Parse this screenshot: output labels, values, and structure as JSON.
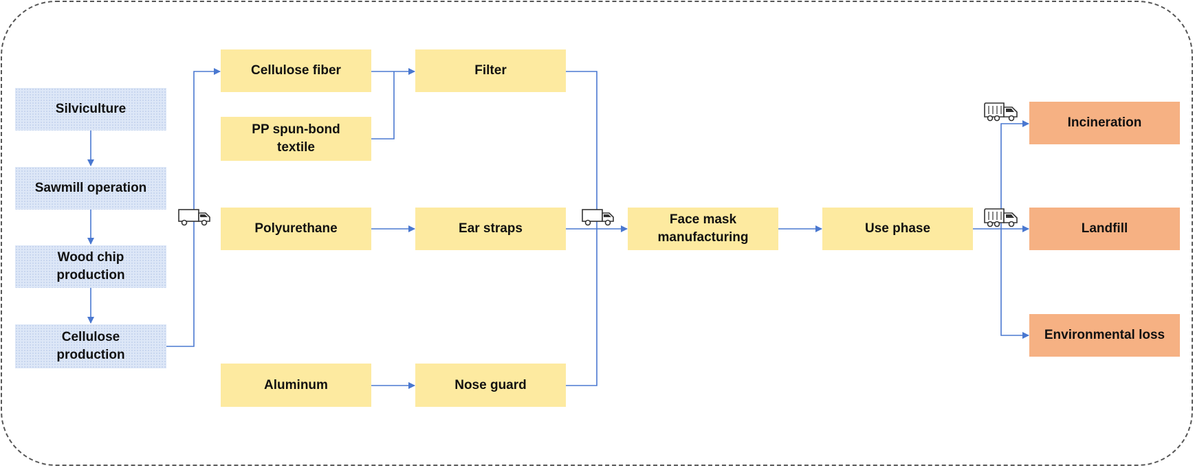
{
  "diagram": {
    "nodes": {
      "silviculture": "Silviculture",
      "sawmill": "Sawmill operation",
      "wood_chip": "Wood chip\nproduction",
      "cellulose_production": "Cellulose\nproduction",
      "cellulose_fiber": "Cellulose fiber",
      "pp_textile": "PP spun-bond\ntextile",
      "filter": "Filter",
      "polyurethane": "Polyurethane",
      "ear_straps": "Ear straps",
      "aluminum": "Aluminum",
      "nose_guard": "Nose guard",
      "face_mask": "Face mask\nmanufacturing",
      "use_phase": "Use phase",
      "incineration": "Incineration",
      "landfill": "Landfill",
      "environmental_loss": "Environmental loss"
    },
    "icons": {
      "transport": "delivery-truck-icon",
      "waste": "garbage-truck-icon"
    },
    "colors": {
      "forestry_box": "#dde7f7",
      "material_box": "#fdeaa0",
      "end_of_life_box": "#f6b183",
      "connector": "#4a78d0",
      "frame": "#555555"
    }
  }
}
